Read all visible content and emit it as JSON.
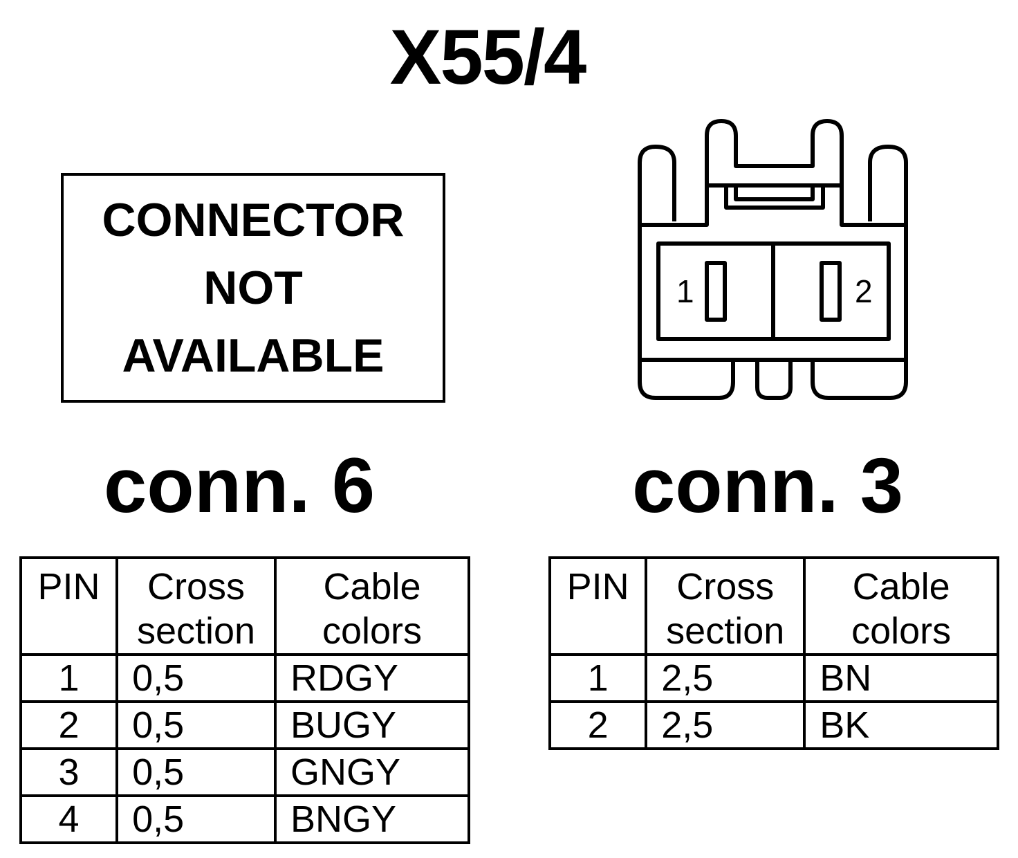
{
  "title": "X55/4",
  "not_available": {
    "line1": "CONNECTOR",
    "line2": "NOT",
    "line3": "AVAILABLE"
  },
  "connector_drawing": {
    "pin_labels": [
      "1",
      "2"
    ]
  },
  "conn6": {
    "title": "conn. 6",
    "headers": {
      "pin": "PIN",
      "cross_line1": "Cross",
      "cross_line2": "section",
      "color_line1": "Cable",
      "color_line2": "colors"
    },
    "rows": [
      {
        "pin": "1",
        "cross": "0,5",
        "color": "RDGY"
      },
      {
        "pin": "2",
        "cross": "0,5",
        "color": "BUGY"
      },
      {
        "pin": "3",
        "cross": "0,5",
        "color": "GNGY"
      },
      {
        "pin": "4",
        "cross": "0,5",
        "color": "BNGY"
      }
    ]
  },
  "conn3": {
    "title": "conn. 3",
    "headers": {
      "pin": "PIN",
      "cross_line1": "Cross",
      "cross_line2": "section",
      "color_line1": "Cable",
      "color_line2": "colors"
    },
    "rows": [
      {
        "pin": "1",
        "cross": "2,5",
        "color": "BN"
      },
      {
        "pin": "2",
        "cross": "2,5",
        "color": "BK"
      }
    ]
  }
}
